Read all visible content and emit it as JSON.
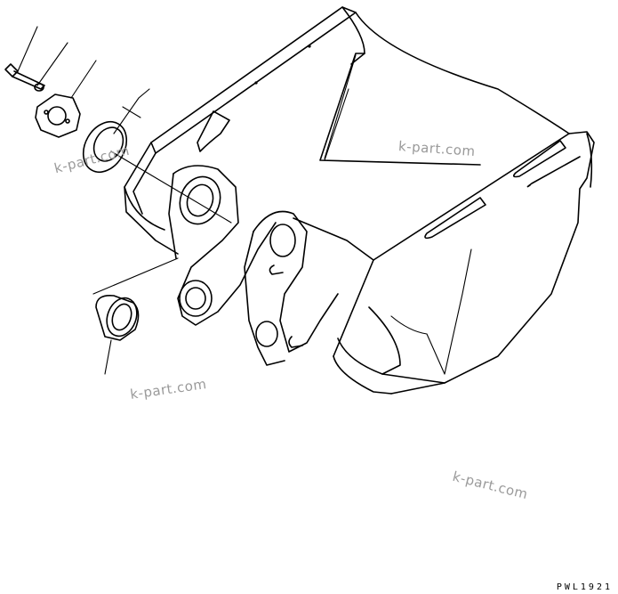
{
  "watermarks": [
    "k-part.com",
    "k-part.com",
    "k-part.com",
    "k-part.com"
  ],
  "drawing_code": "PWL1921"
}
